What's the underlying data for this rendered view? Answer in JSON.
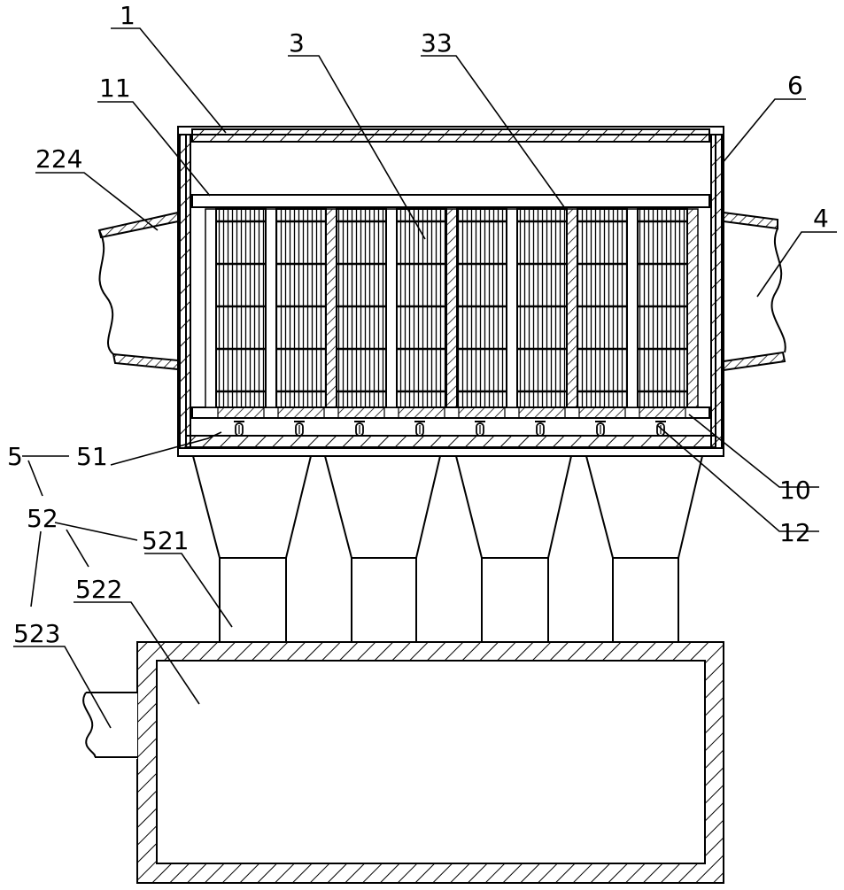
{
  "labels": {
    "l1": "1",
    "l3": "3",
    "l33": "33",
    "l11": "11",
    "l6": "6",
    "l224": "224",
    "l4": "4",
    "l5": "5",
    "l51": "51",
    "l10": "10",
    "l12": "12",
    "l52": "52",
    "l521": "521",
    "l522": "522",
    "l523": "523"
  },
  "colors": {
    "stroke": "#000000",
    "background": "#ffffff"
  }
}
